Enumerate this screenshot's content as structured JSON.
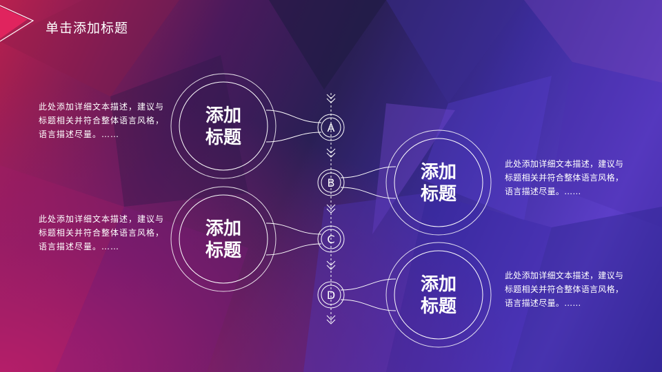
{
  "slide": {
    "title": "单击添加标题",
    "accent_colors": [
      "#c0206a",
      "#2a1f55",
      "#5c3ec8"
    ]
  },
  "timeline": {
    "markers": [
      "A",
      "B",
      "C",
      "D"
    ],
    "nodes": [
      {
        "title_line1": "添加",
        "title_line2": "标题",
        "side": "left",
        "description": "此处添加详细文本描述，建议与标题相关并符合整体语言风格，语言描述尽量。……"
      },
      {
        "title_line1": "添加",
        "title_line2": "标题",
        "side": "right",
        "description": "此处添加详细文本描述，建议与标题相关并符合整体语言风格，语言描述尽量。……"
      },
      {
        "title_line1": "添加",
        "title_line2": "标题",
        "side": "left",
        "description": "此处添加详细文本描述，建议与标题相关并符合整体语言风格，语言描述尽量。……"
      },
      {
        "title_line1": "添加",
        "title_line2": "标题",
        "side": "right",
        "description": "此处添加详细文本描述，建议与标题相关并符合整体语言风格，语言描述尽量。……"
      }
    ]
  }
}
